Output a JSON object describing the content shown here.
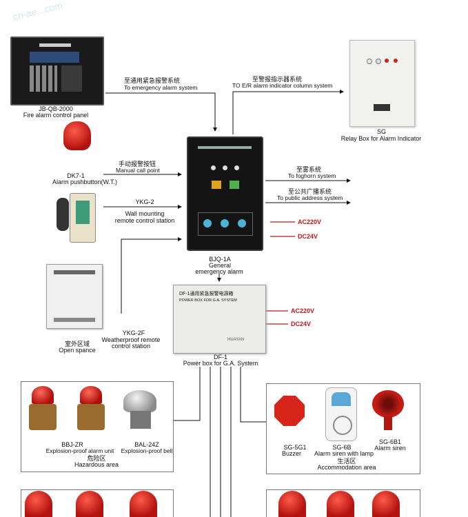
{
  "watermark": "cn-ae...com",
  "devices": {
    "jb": {
      "model": "JB-QB-2000",
      "name": "Fire alarm control panel"
    },
    "dk7": {
      "model": "DK7-1",
      "name": "Alarm pushbutton(W.T.)"
    },
    "ykg2": {
      "model": "YKG-2",
      "name1": "Wall mounting",
      "name2": "remote control station"
    },
    "ykg2f": {
      "model": "YKG-2F",
      "name1": "Weatherproof remote",
      "name2": "control station",
      "zone_zh": "室外区域",
      "zone_en": "Open spance"
    },
    "bjq": {
      "model": "BJQ-1A",
      "name1": "General",
      "name2": "emergency alarm"
    },
    "sg": {
      "model": "SG",
      "name": "Relay Box for Alarm Indicator"
    },
    "df1": {
      "model": "DF-1",
      "name": "Power box for G.A. System",
      "plate1": "DF-1通用紧急报警电源箱",
      "plate2": "POWER BOX FOR G.A. SYSTEM",
      "brand": "HUAYAN"
    }
  },
  "links": {
    "emergency": {
      "zh": "至通用紧急报警系统",
      "en": "To emergency alarm system"
    },
    "er": {
      "zh": "至警报指示器系统",
      "en": "TO E/R alarm indicator column system"
    },
    "manual": {
      "zh": "手动报警按钮",
      "en": "Manual call point"
    },
    "foghorn": {
      "zh": "至雾系统",
      "en": "To foghorn system"
    },
    "pa": {
      "zh": "至公共广播系统",
      "en": "To public address system"
    }
  },
  "power": {
    "ac": "AC220V",
    "dc": "DC24V"
  },
  "hazard_zone": {
    "items": [
      {
        "model": "BBJ-ZR",
        "name": "Explosion-proof alarm unit"
      },
      {
        "model": "BAL-24Z",
        "name": "Explosion-proof bell"
      }
    ],
    "zh": "危险区",
    "en": "Hazardous area"
  },
  "accom_zone": {
    "items": [
      {
        "model": "SG-5G1",
        "name": "Buzzer"
      },
      {
        "model": "SG-6B",
        "name": "Alarm siren with lamp"
      },
      {
        "model": "SG-6B1",
        "name": "Alarm siren"
      }
    ],
    "zh": "生活区",
    "en": "Accommodation area"
  }
}
